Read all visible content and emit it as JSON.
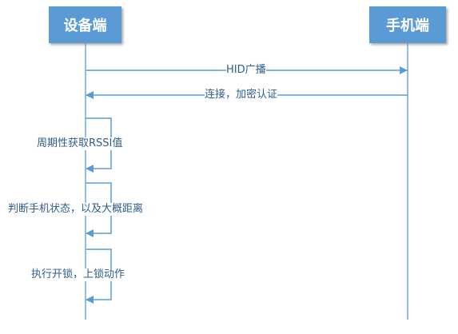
{
  "participants": {
    "device": "设备端",
    "phone": "手机端"
  },
  "messages": [
    {
      "from": "device",
      "to": "phone",
      "text": "HID广播"
    },
    {
      "from": "phone",
      "to": "device",
      "text": "连接，加密认证"
    }
  ],
  "self_steps": [
    {
      "actor": "device",
      "text": "周期性获取RSSI值"
    },
    {
      "actor": "device",
      "text": "判断手机状态，以及大概距离"
    },
    {
      "actor": "device",
      "text": "执行开锁，上锁动作"
    }
  ],
  "colors": {
    "actor_fill": "#5b9bd5",
    "actor_text": "#ffffff",
    "line": "#5b9bd5",
    "label_text": "#2f5d8a"
  }
}
